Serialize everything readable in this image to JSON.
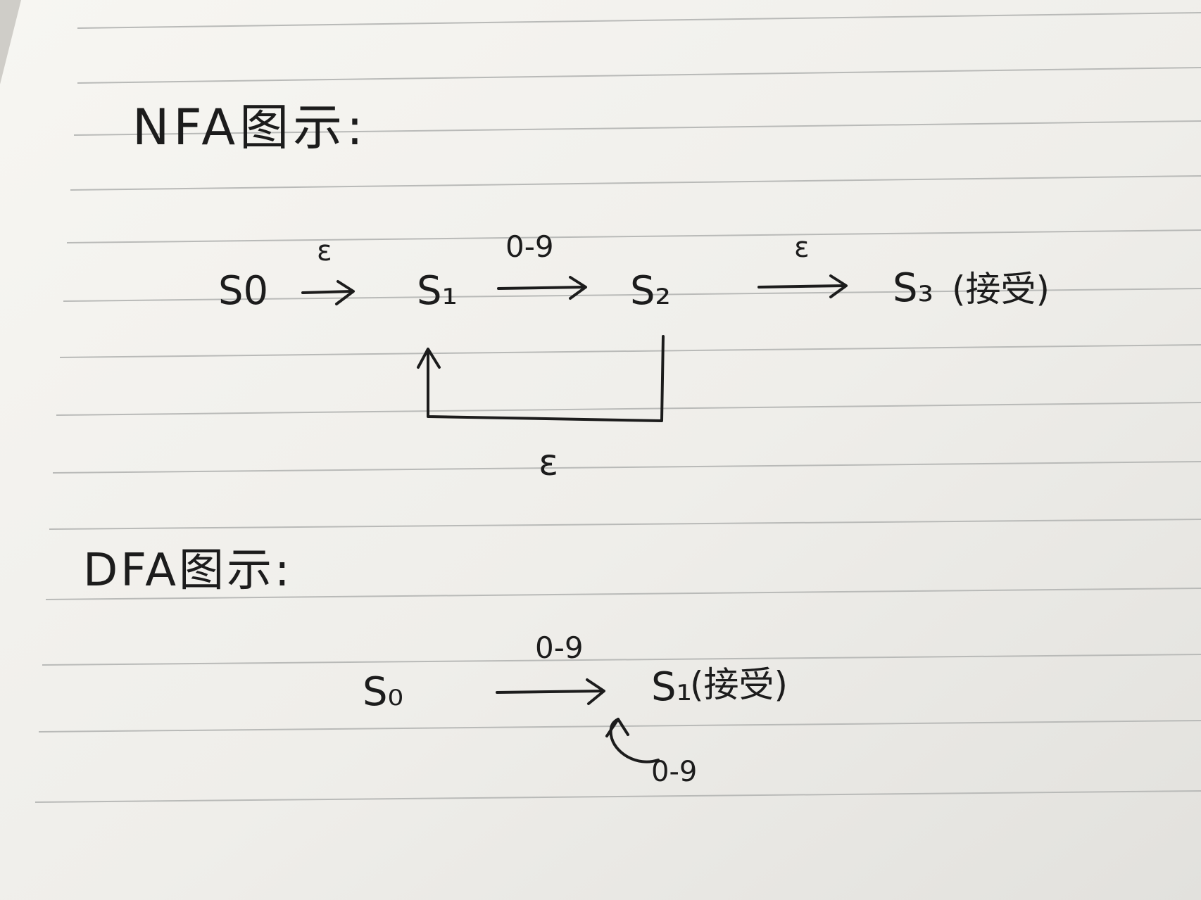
{
  "nfa": {
    "heading": "NFA图示:",
    "states": {
      "s0": "S0",
      "s1": "S₁",
      "s2": "S₂",
      "s3": "S₃",
      "s3_note": "(接受)"
    },
    "transitions": {
      "s0_s1": "ε",
      "s1_s2": "0-9",
      "s2_s3": "ε",
      "s2_s1_back": "ε"
    }
  },
  "dfa": {
    "heading": "DFA图示:",
    "states": {
      "s0": "S₀",
      "s1": "S₁",
      "s1_note": "(接受)"
    },
    "transitions": {
      "s0_s1": "0-9",
      "s1_loop": "0-9"
    }
  },
  "colors": {
    "paper": "#f4f3ef",
    "ink": "#1c1c1c",
    "rule_line": "#b9bab8"
  }
}
